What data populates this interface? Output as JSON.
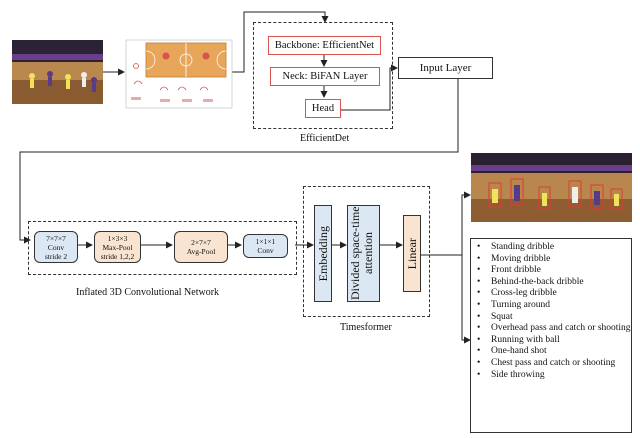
{
  "efficientdet": {
    "backbone": "Backbone: EfficientNet",
    "neck": "Neck: BiFAN Layer",
    "head": "Head",
    "caption": "EfficientDet"
  },
  "input_layer": "Input Layer",
  "i3d": {
    "conv1": [
      "7×7×7",
      "Conv",
      "stride 2"
    ],
    "maxpool": [
      "1×3×3",
      "Max-Pool",
      "stride 1,2,2"
    ],
    "avgpool": [
      "2×7×7",
      "Avg-Pool"
    ],
    "conv2": [
      "1×1×1",
      "Conv"
    ],
    "caption": "Inflated 3D Convolutional Network"
  },
  "timesformer": {
    "embedding": "Embedding",
    "attention": "Divided space-time attention",
    "linear": "Linear",
    "caption": "Timesformer"
  },
  "actions": [
    "Standing dribble",
    "Moving dribble",
    "Front dribble",
    "Behind-the-back dribble",
    "Cross-leg dribble",
    "Turning around",
    "Squat",
    "Overhead pass and catch or shooting",
    "Running with ball",
    "One-hand shot",
    "Chest pass and catch or shooting",
    "Side throwing"
  ],
  "colors": {
    "red_box_border": "#d9534f",
    "blue_fill": "#dbe7f3",
    "peach_fill": "#f8e4d0",
    "court_floor": "#e8a65a",
    "arrow": "#222222"
  }
}
